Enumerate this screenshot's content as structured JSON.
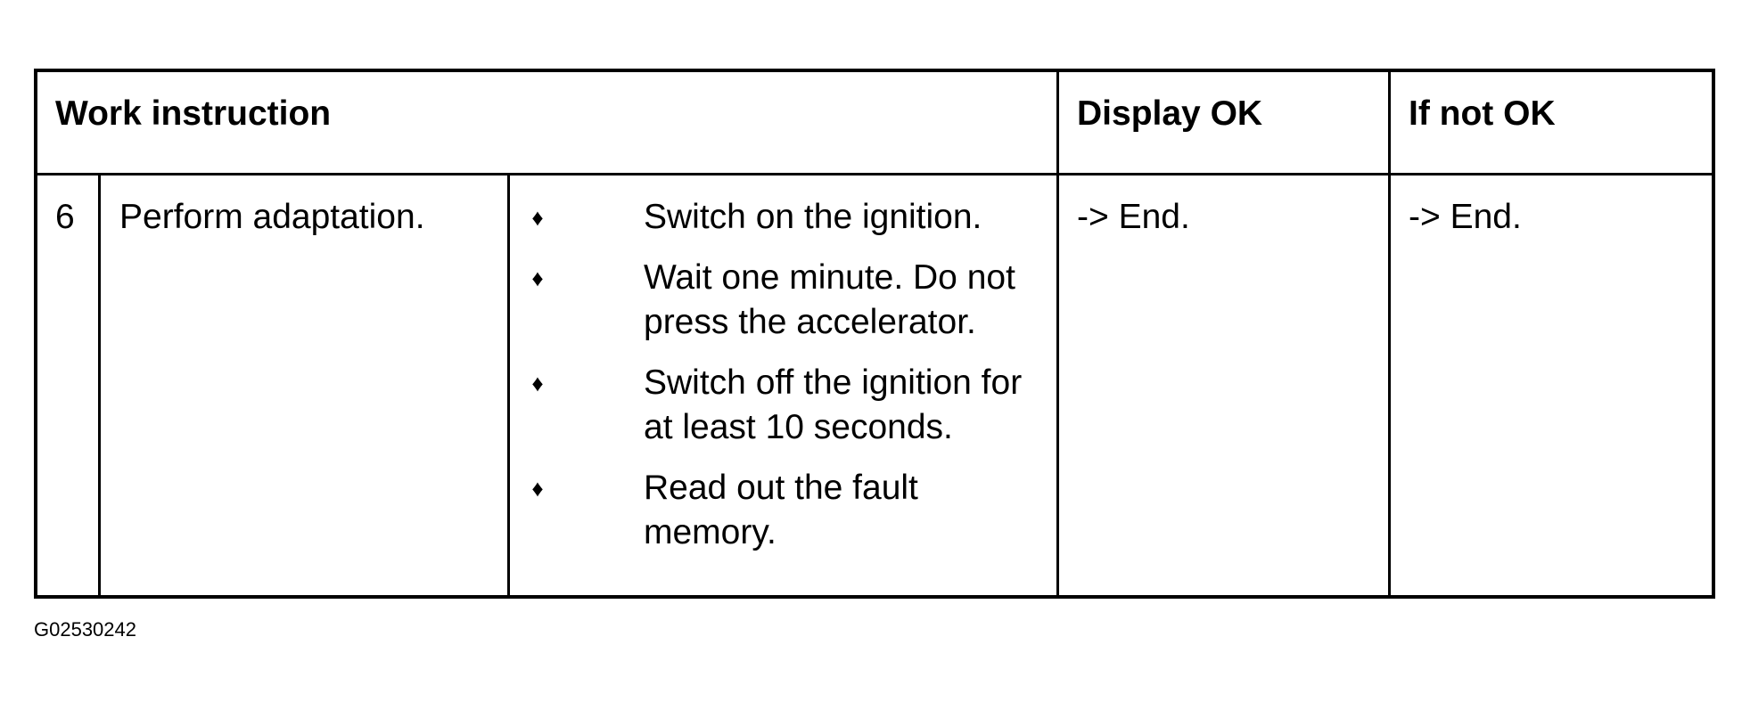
{
  "table": {
    "headers": {
      "work_instruction": "Work instruction",
      "display_ok": "Display OK",
      "if_not_ok": "If not OK"
    },
    "rows": [
      {
        "step_number": "6",
        "action": "Perform adaptation.",
        "steps": [
          {
            "line1": "Switch on the ignition.",
            "line2": ""
          },
          {
            "line1": "Wait one minute. Do not",
            "line2": "press the accelerator."
          },
          {
            "line1": "Switch off the ignition for",
            "line2": "at least 10 seconds."
          },
          {
            "line1": "Read out the fault",
            "line2": "memory."
          }
        ],
        "display_ok": "-> End.",
        "if_not_ok": "-> End."
      }
    ]
  },
  "bullet_icon": "diamond-icon",
  "bullet_glyph": "♦",
  "figure_id": "G02530242"
}
